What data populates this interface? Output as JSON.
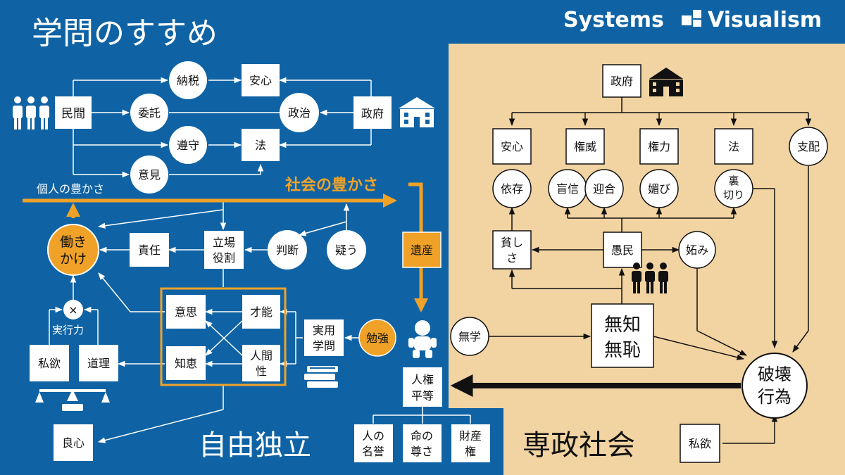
{
  "title": "学問のすすめ",
  "brand": {
    "left": "Systems",
    "right": "Visualism"
  },
  "colors": {
    "blue": "#0f63a4",
    "tan": "#f2d3a2",
    "orange": "#f0a228",
    "white": "#ffffff",
    "black": "#111111"
  },
  "left": {
    "people_icon": "people-icon",
    "minkan": "民間",
    "nouzei": "納税",
    "anshin": "安心",
    "itaku": "委託",
    "seiji": "政治",
    "seifu": "政府",
    "school_icon": "school-icon",
    "junshu": "遵守",
    "hou": "法",
    "iken": "意見",
    "kojin": "個人の豊かさ",
    "shakai": "社会の豊かさ",
    "hatarakikake": [
      "働き",
      "かけ"
    ],
    "sekinin": "責任",
    "tachiba": [
      "立場",
      "役割"
    ],
    "handan": "判断",
    "utagau": "疑う",
    "isan": "遺産",
    "ishi": "意思",
    "sainou": "才能",
    "chie": "知恵",
    "ningensei": [
      "人間",
      "性"
    ],
    "jitsuyou": [
      "実用",
      "学問"
    ],
    "benkyou": "勉強",
    "books_icon": "books-icon",
    "kakeru": "×",
    "jikkouryoku": "実行力",
    "shiyoku": "私欲",
    "douri": "道理",
    "scale_icon": "scale-icon",
    "ryoushin": "良心",
    "jiyu": "自由独立",
    "baby_icon": "baby-icon",
    "jinken": [
      "人権",
      "平等"
    ],
    "meiyo": [
      "人の",
      "名誉"
    ],
    "inochi": [
      "命の",
      "尊さ"
    ],
    "zaisan": [
      "財産",
      "権"
    ]
  },
  "right": {
    "seifu": "政府",
    "anshin": "安心",
    "ken_i": "権威",
    "kenryoku": "権力",
    "hou": "法",
    "shihai": "支配",
    "izon": "依存",
    "moushin": "盲信",
    "geigou": "迎合",
    "kobi": "媚び",
    "uragiri": [
      "裏",
      "切り"
    ],
    "mazushisa": [
      "貧し",
      "さ"
    ],
    "gumin": "愚民",
    "netami": "妬み",
    "mugaku": "無学",
    "muchi": [
      "無知",
      "無恥"
    ],
    "hakai": [
      "破壊",
      "行為"
    ],
    "shiyoku": "私欲",
    "sensei": "専政社会"
  }
}
